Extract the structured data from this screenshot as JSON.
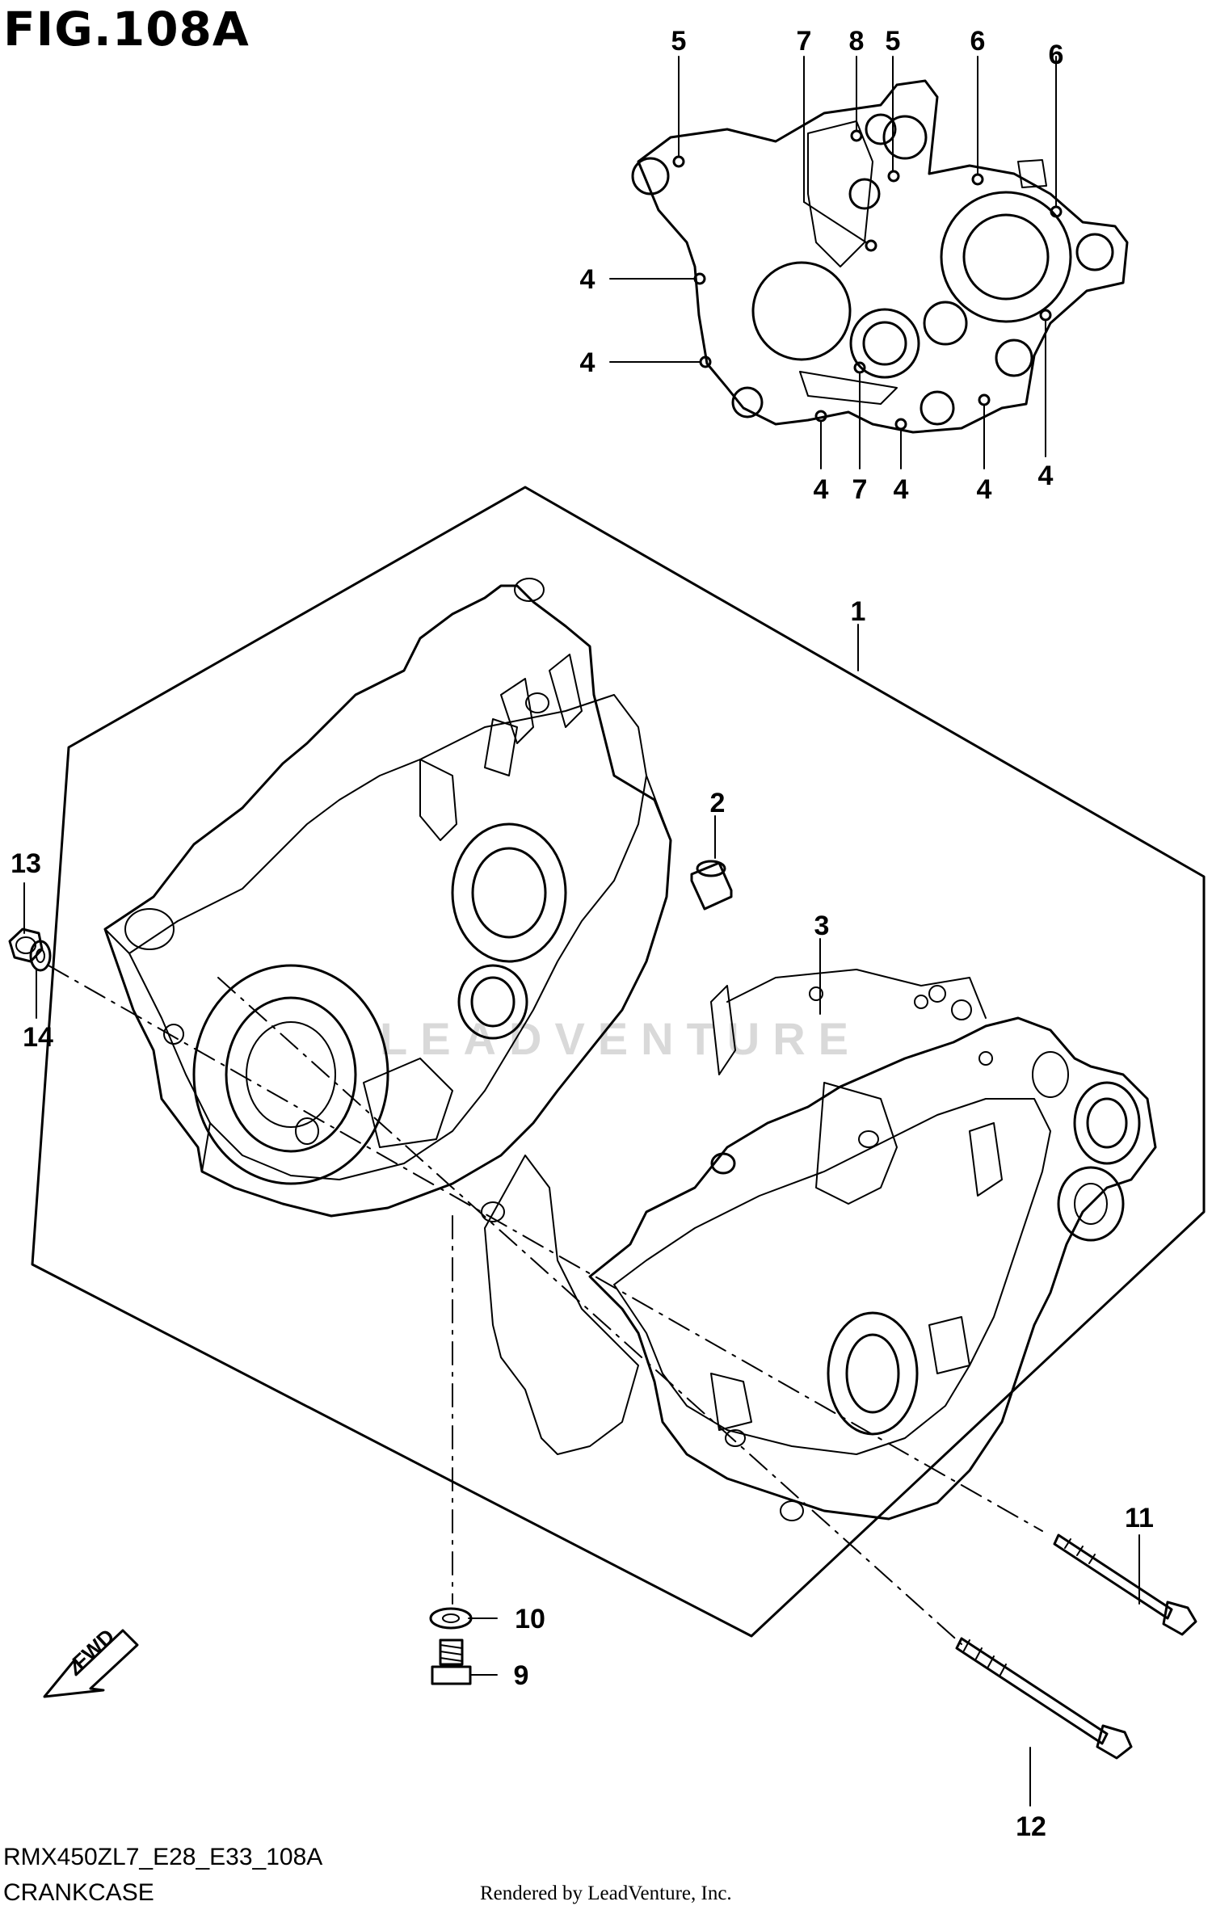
{
  "figure": {
    "title": "FIG.108A",
    "ref_code": "RMX450ZL7_E28_E33_108A",
    "section": "CRANKCASE",
    "credit": "Rendered by LeadVenture, Inc.",
    "watermark": "LEADVENTURE"
  },
  "fwd_label": "FWD",
  "callouts": {
    "c1": "1",
    "c2": "2",
    "c3": "3",
    "c4": "4",
    "c5": "5",
    "c6": "6",
    "c7": "7",
    "c8": "8",
    "c9": "9",
    "c10": "10",
    "c11": "11",
    "c12": "12",
    "c13": "13",
    "c14": "14"
  },
  "colors": {
    "line": "#000000",
    "background": "#ffffff",
    "watermark": "#d9d9d9"
  }
}
